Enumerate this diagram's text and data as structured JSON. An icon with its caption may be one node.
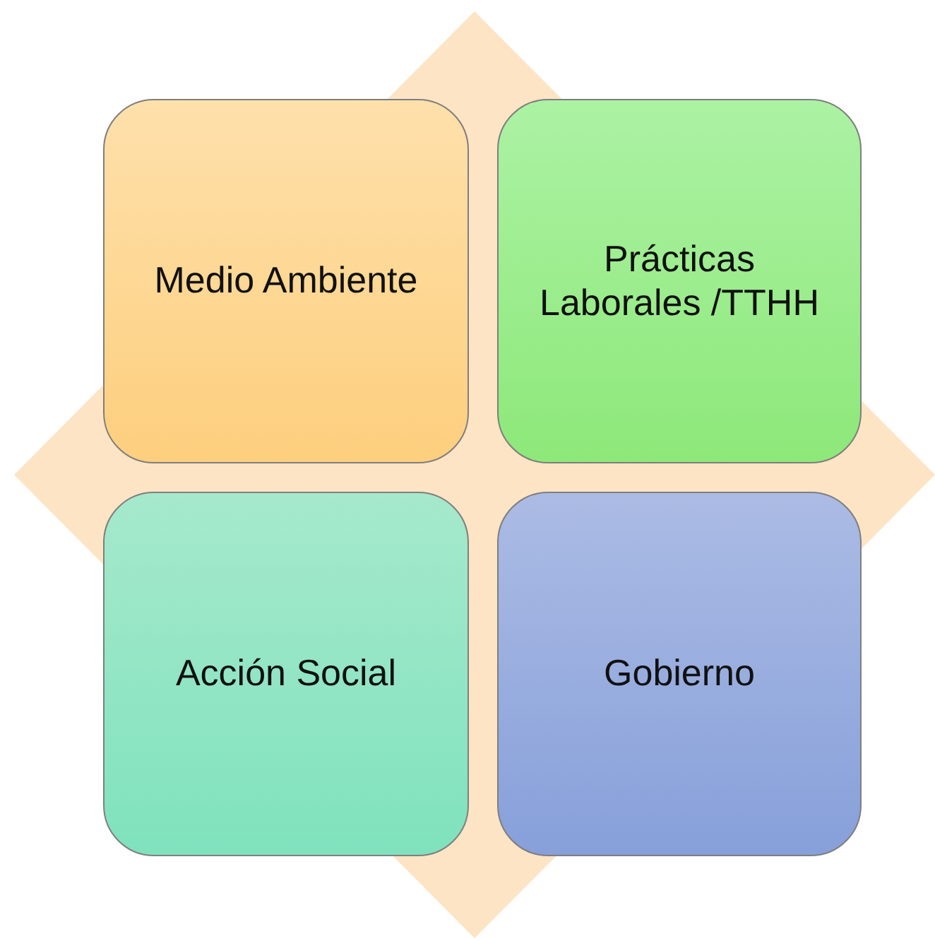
{
  "diagram": {
    "nodes": [
      {
        "text": [
          "Medio Ambiente"
        ]
      },
      {
        "text": [
          "Prácticas Laborales /TTHH"
        ]
      },
      {
        "text": [
          "Acción Social"
        ]
      },
      {
        "text": [
          "Gobierno"
        ]
      }
    ]
  }
}
